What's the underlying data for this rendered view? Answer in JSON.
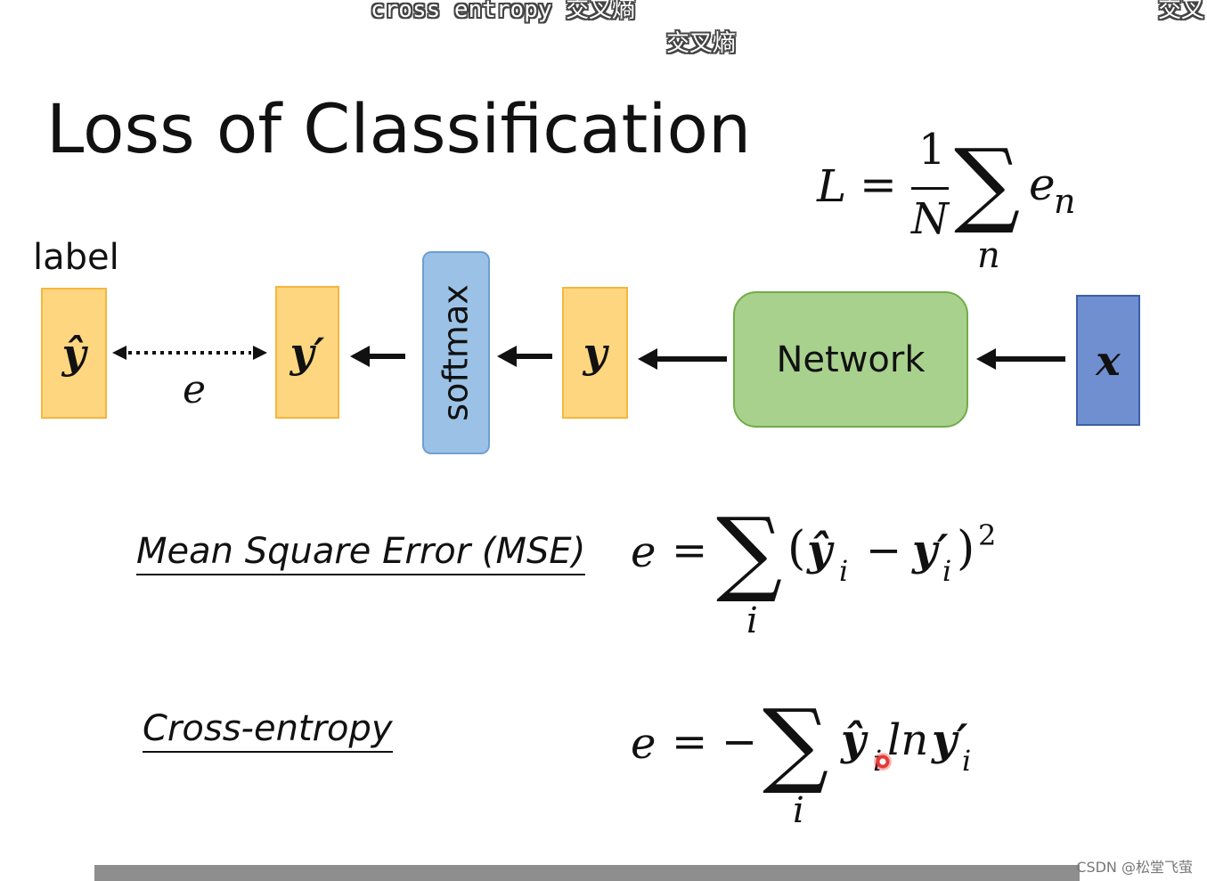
{
  "captions": {
    "top_line": "cross entropy 交叉熵",
    "top_right": "交叉",
    "second_line": "交叉熵"
  },
  "slide": {
    "title": "Loss of Classification",
    "total_loss": {
      "lhs": "L",
      "eq": "=",
      "numerator": "1",
      "denominator": "N",
      "sum_symbol": "∑",
      "sum_index": "n",
      "term": "e",
      "term_sub": "n"
    },
    "pipeline": {
      "label_caption": "label",
      "y_hat": "ŷ",
      "error_symbol": "e",
      "y_prime": "y′",
      "softmax": "softmax",
      "y": "y",
      "network": "Network",
      "x": "x"
    },
    "mse": {
      "name": "Mean Square Error (MSE)",
      "lhs": "e",
      "eq": "=",
      "sum_symbol": "∑",
      "sum_index": "i",
      "open": "(",
      "y_hat": "ŷ",
      "sub_i": "i",
      "minus": "−",
      "y_prime": "y′",
      "close": ")",
      "power": "2"
    },
    "cross_entropy": {
      "name": "Cross-entropy",
      "lhs": "e",
      "eq": "=",
      "minus": "−",
      "sum_symbol": "∑",
      "sum_index": "i",
      "y_hat": "ŷ",
      "sub_i": "i",
      "ln": "ln",
      "y_prime": "y′"
    }
  },
  "watermark": "CSDN @松堂飞萤",
  "colors": {
    "orange_box": "#ffd680",
    "softmax_box": "#9bc2e6",
    "network_box": "#a9d18e",
    "input_box": "#6f8fd0",
    "pointer_dot": "#e53935"
  }
}
